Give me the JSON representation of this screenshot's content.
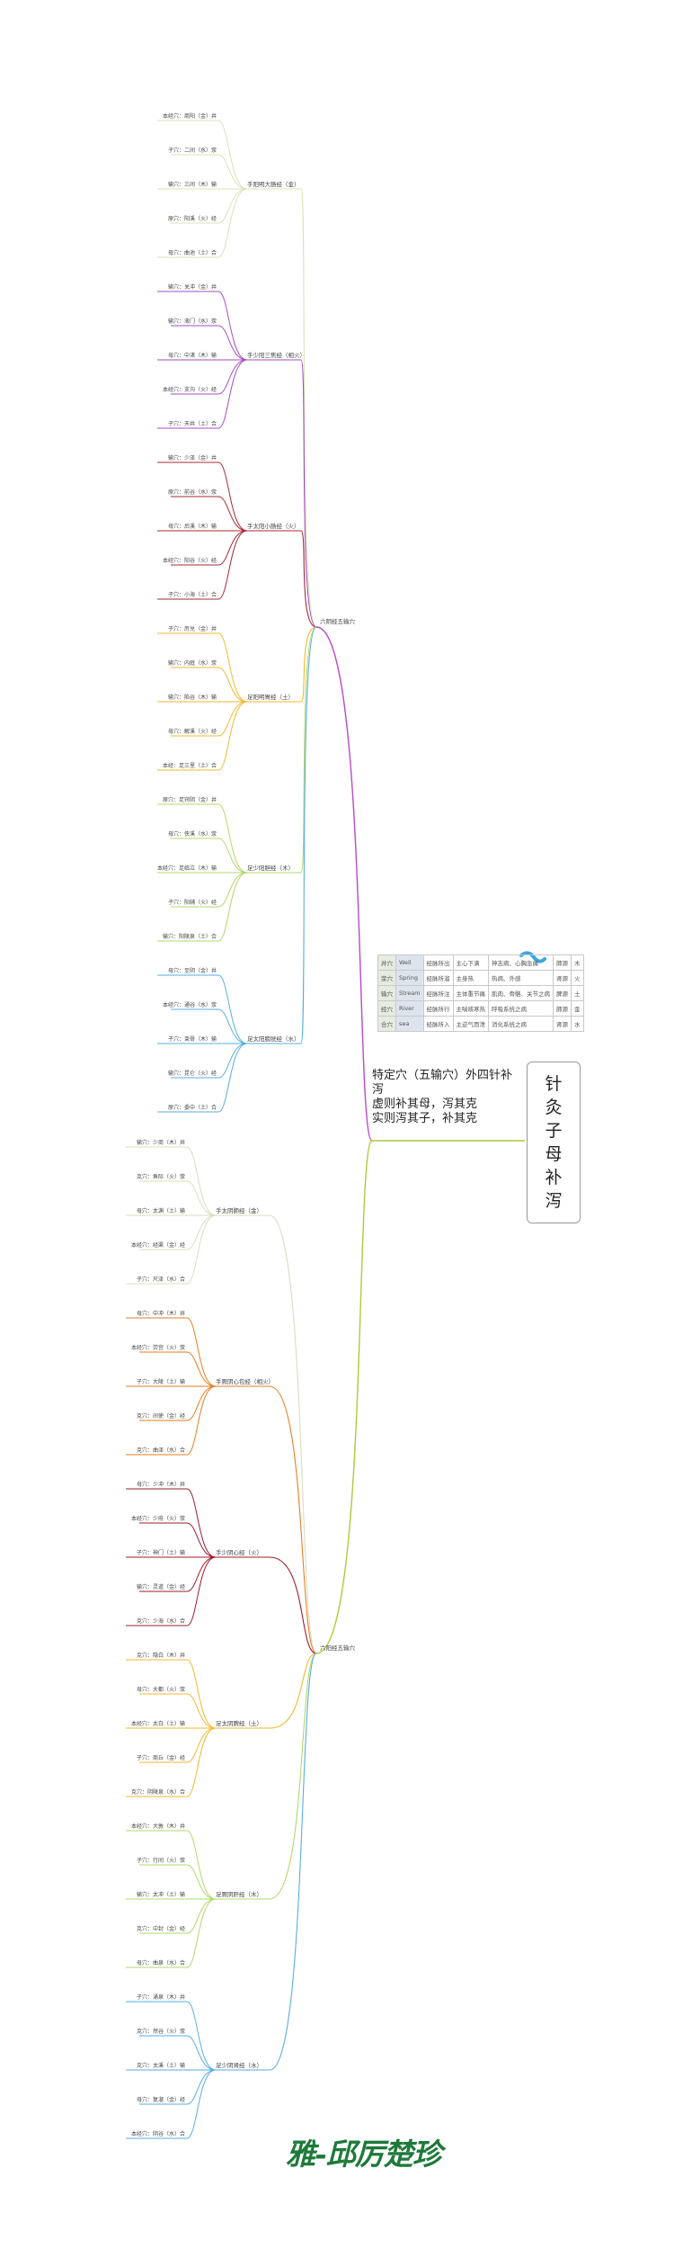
{
  "title_chars": [
    "针",
    "灸",
    "子",
    "母",
    "补",
    "泻"
  ],
  "summary": {
    "line1": "特定穴（五输穴）外四针补泻",
    "line2": "虚则补其母，泻其克",
    "line3": "实则泻其子，补其克"
  },
  "branches": {
    "yin": "六阴经五输穴",
    "yang": "六阳经五输穴"
  },
  "table": [
    [
      "井穴",
      "Well",
      "经脉所出",
      "主心下满",
      "神志病、心胸急痛",
      "肺源",
      "木"
    ],
    [
      "荥穴",
      "Spring",
      "经脉所溜",
      "主身热",
      "热病、外感",
      "肾源",
      "火"
    ],
    [
      "输穴",
      "Stream",
      "经脉所注",
      "主体重节痛",
      "肌肉、骨骼、关节之病",
      "脾源",
      "土"
    ],
    [
      "经穴",
      "River",
      "经脉所行",
      "主喘咳寒热",
      "呼吸系统之病",
      "肺源",
      "金"
    ],
    [
      "合穴",
      "sea",
      "经脉所入",
      "主逆气而泄",
      "消化系统之病",
      "肾源",
      "水"
    ]
  ],
  "meridians": [
    {
      "name": "手阳明大肠经（金）",
      "group": "upper",
      "color": "#d9e3b8",
      "points": [
        "本经穴：商阳（金）井",
        "子穴：二间（水）荥",
        "输穴：三间（木）输",
        "原穴：阳溪（火）经",
        "母穴：曲池（土）合"
      ]
    },
    {
      "name": "手少阳三焦经（相火）",
      "group": "upper",
      "color": "#a64ec2",
      "points": [
        "输穴：关冲（金）井",
        "输穴：液门（水）荥",
        "母穴：中渚（木）输",
        "本经穴：支沟（火）经",
        "子穴：天井（土）合"
      ]
    },
    {
      "name": "手太阳小肠经（火）",
      "group": "upper",
      "color": "#a52a3a",
      "points": [
        "输穴：少泽（金）井",
        "原穴：前谷（水）荥",
        "母穴：后溪（木）输",
        "本经穴：阳谷（火）经",
        "子穴：小海（土）合"
      ]
    },
    {
      "name": "足阳明胃经（土）",
      "group": "upper",
      "color": "#f2b92e",
      "points": [
        "子穴：厉兑（金）井",
        "输穴：内庭（水）荥",
        "输穴：陷谷（木）输",
        "母穴：解溪（火）经",
        "本经：足三里（土）合"
      ]
    },
    {
      "name": "足少阳胆经（木）",
      "group": "upper",
      "color": "#b2d86a",
      "points": [
        "原穴：足窍阴（金）井",
        "母穴：侠溪（水）荥",
        "本经穴：足临泣（木）输",
        "子穴：阳辅（火）经",
        "输穴：阳陵泉（土）合"
      ]
    },
    {
      "name": "足太阳膀胱经（水）",
      "group": "upper",
      "color": "#5aaee0",
      "points": [
        "母穴：至阴（金）井",
        "本经穴：通谷（水）荥",
        "子穴：束骨（木）输",
        "输穴：昆仑（火）经",
        "原穴：委中（土）合"
      ]
    },
    {
      "name": "手太阴肺经（金）",
      "group": "lower",
      "color": "#dcdcc2",
      "points": [
        "输穴：少商（木）井",
        "克穴：鱼际（火）荥",
        "母穴：太渊（土）输",
        "本经穴：经渠（金）经",
        "子穴：尺泽（水）合"
      ]
    },
    {
      "name": "手厥阴心包经（相火）",
      "group": "lower",
      "color": "#e67e22",
      "points": [
        "母穴：中冲（木）井",
        "本经穴：劳宫（火）荥",
        "子穴：大陵（土）输",
        "克穴：间使（金）经",
        "克穴：曲泽（水）合"
      ]
    },
    {
      "name": "手少阴心经（火）",
      "group": "lower",
      "color": "#9b1c2e",
      "points": [
        "母穴：少冲（木）井",
        "本经穴：少府（火）荥",
        "子穴：神门（土）输",
        "输穴：灵道（金）经",
        "克穴：少海（水）合"
      ]
    },
    {
      "name": "足太阴脾经（土）",
      "group": "lower",
      "color": "#f2b92e",
      "points": [
        "克穴：隐白（木）井",
        "母穴：大都（火）荥",
        "本经穴：太白（土）输",
        "子穴：商丘（金）经",
        "克穴：阴陵泉（水）合"
      ]
    },
    {
      "name": "足厥阴肝经（木）",
      "group": "lower",
      "color": "#b2d86a",
      "points": [
        "本经穴：大敦（木）井",
        "子穴：行间（火）荥",
        "输穴：太冲（土）输",
        "克穴：中封（金）经",
        "母穴：曲泉（水）合"
      ]
    },
    {
      "name": "足少阴肾经（水）",
      "group": "lower",
      "color": "#5aaee0",
      "points": [
        "子穴：涌泉（木）井",
        "克穴：然谷（火）荥",
        "克穴：太溪（土）输",
        "母穴：复溜（金）经",
        "本经穴：阴谷（水）合"
      ]
    }
  ],
  "signature": "雅-邱厉楚珍"
}
